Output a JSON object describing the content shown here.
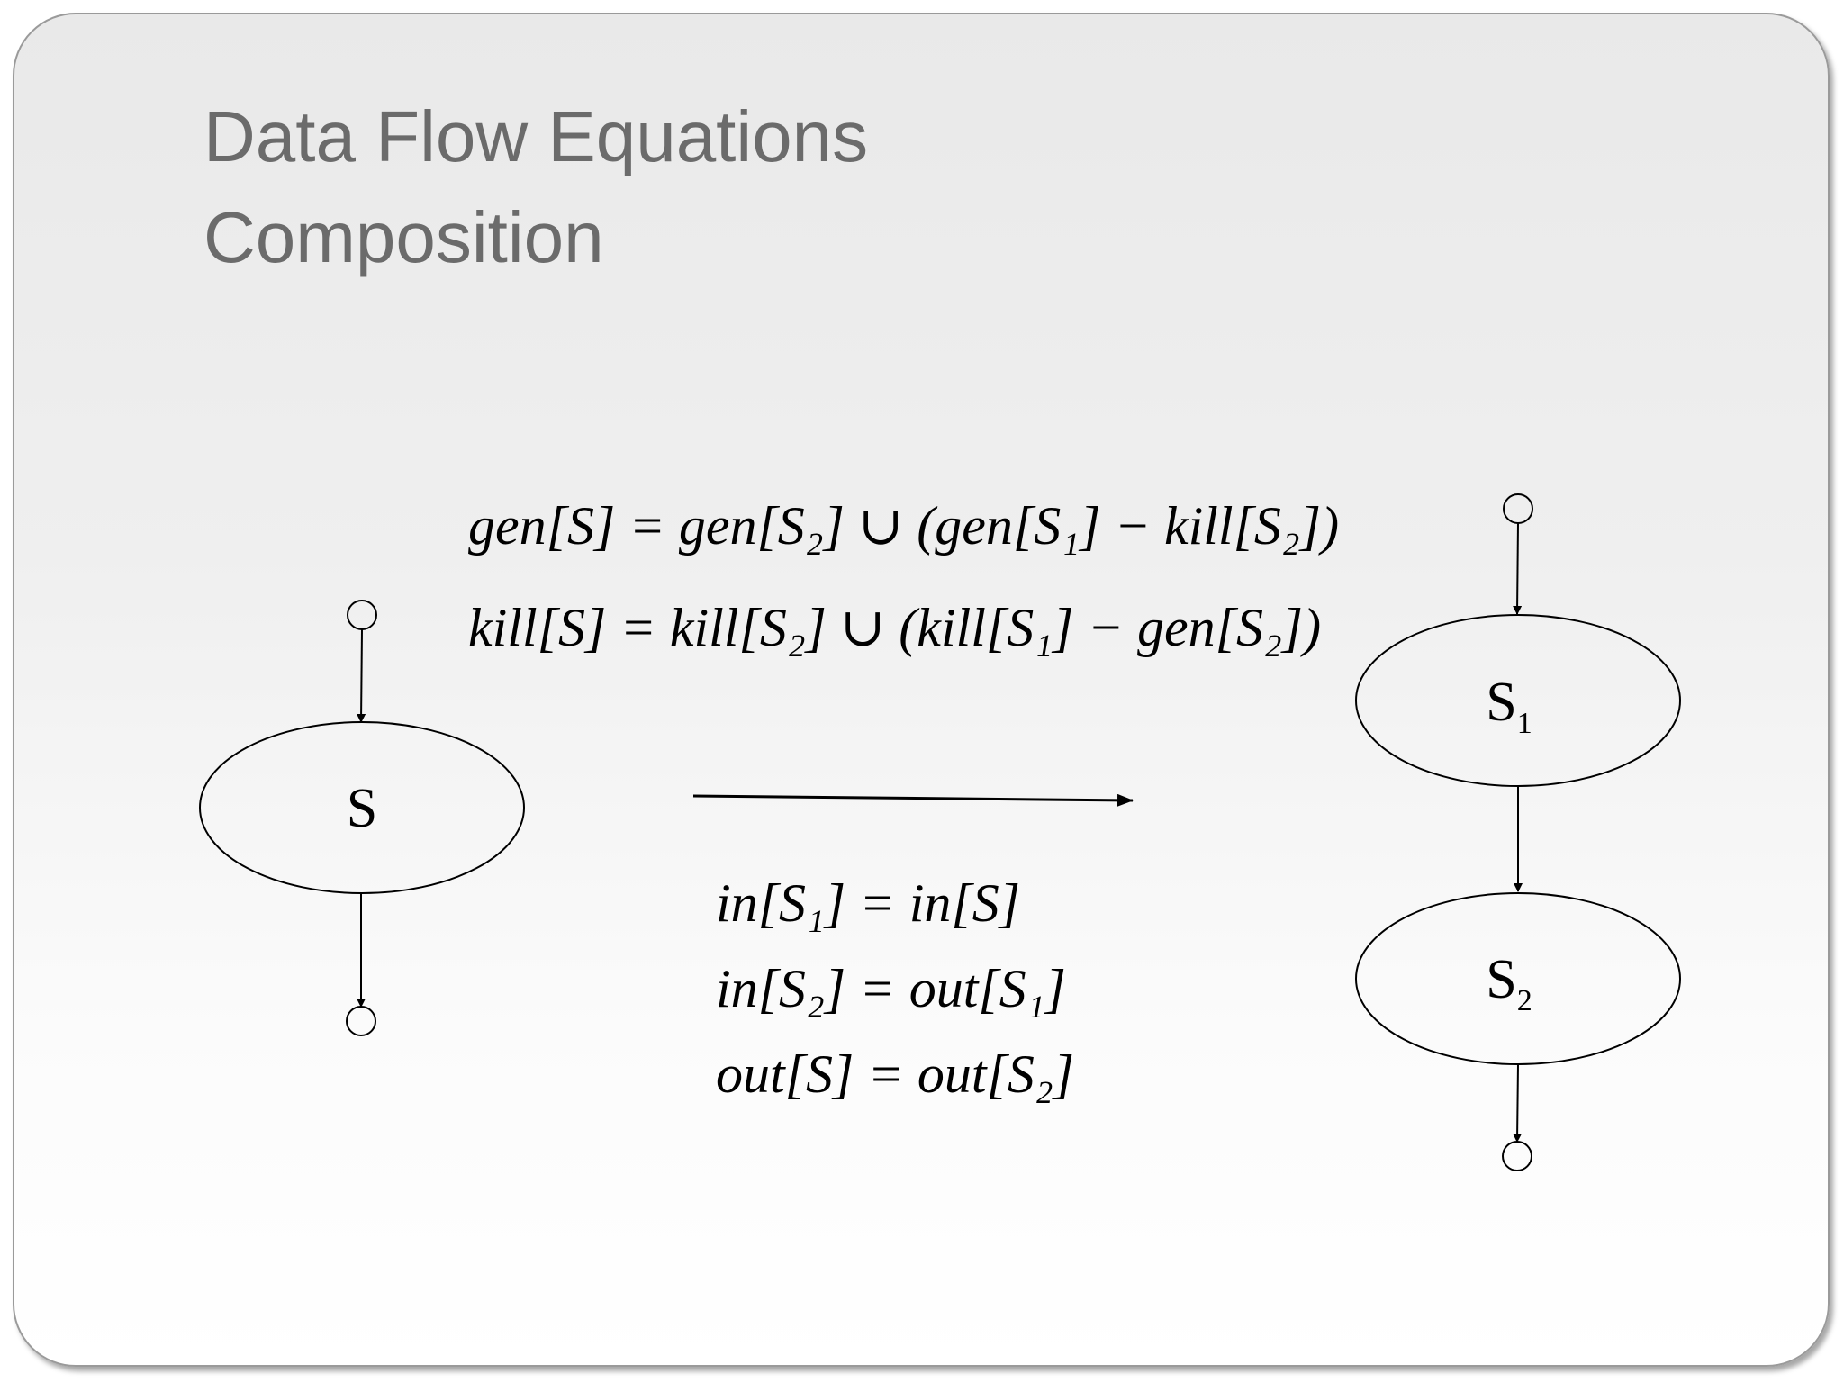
{
  "slide": {
    "title_line1": "Data Flow Equations",
    "title_line2": "Composition"
  },
  "left_diagram": {
    "node_label": "S"
  },
  "right_diagram": {
    "node1_label": "S",
    "node1_sub": "1",
    "node2_label": "S",
    "node2_sub": "2"
  },
  "equations": {
    "gen": "gen[S] = gen[S₂] ∪ (gen[S₁] − kill[S₂])",
    "kill": "kill[S] = kill[S₂] ∪ (kill[S₁] − gen[S₂])",
    "in_s1": "in[S₁] = in[S]",
    "in_s2": "in[S₂] = out[S₁]",
    "out_s": "out[S] = out[S₂]"
  }
}
